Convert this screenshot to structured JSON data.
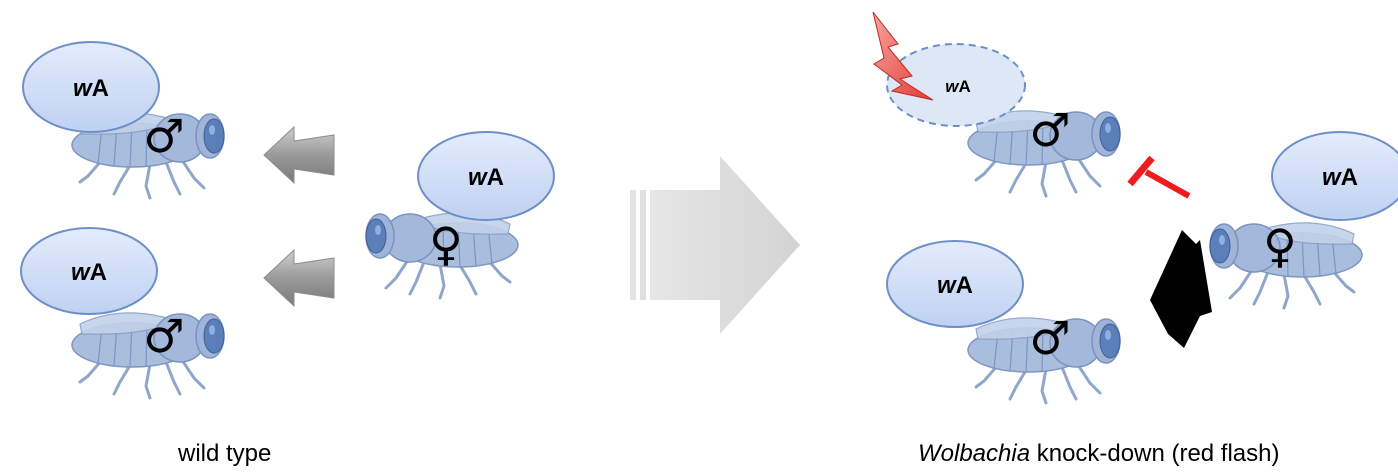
{
  "symbol_prefix": "w",
  "symbol_suffix": "A",
  "male_symbol": "♂",
  "female_symbol": "♀",
  "left_panel": {
    "caption": "wild type"
  },
  "right_panel": {
    "caption_italic": "Wolbachia",
    "caption_rest": " knock-down (red flash)"
  },
  "colors": {
    "ellipse_fill": "#c9d9f5",
    "ellipse_stroke": "#6f8fc8",
    "ellipse_faded_fill": "#dde7f6",
    "fly_body": "#a9bddd",
    "fly_eye": "#5b7fb8",
    "gray_arrow": "#9a9a9a",
    "big_arrow": "#d9d9d9",
    "inhibit_red": "#ee1c1c",
    "block_arrow": "#000000",
    "flash_red": "#e8403e"
  },
  "icons": [
    "fly-icon",
    "lightning-icon",
    "inhibition-icon",
    "arrow-icon"
  ]
}
